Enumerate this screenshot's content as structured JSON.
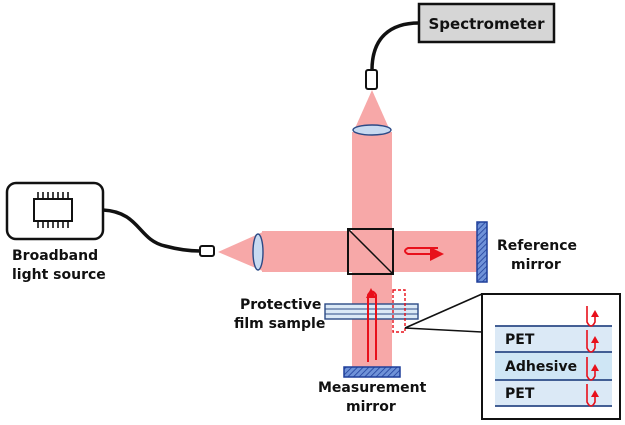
{
  "labels": {
    "spectrometer": "Spectrometer",
    "source_line1": "Broadband",
    "source_line2": "light source",
    "reference_line1": "Reference",
    "reference_line2": "mirror",
    "sample_line1": "Protective",
    "sample_line2": "film sample",
    "measurement_line1": "Measurement",
    "measurement_line2": "mirror"
  },
  "inset_layers": [
    {
      "name": "PET",
      "color": "#dbe9f6"
    },
    {
      "name": "Adhesive",
      "color": "#cfe6f5"
    },
    {
      "name": "PET",
      "color": "#dbe9f6"
    }
  ],
  "colors": {
    "beam": "#f7a8a8",
    "arrow": "#e8101b",
    "mirror_fill": "#3b66c4",
    "lens_fill": "#c8daf1",
    "spectrometer_fill": "#d6d6d6"
  }
}
